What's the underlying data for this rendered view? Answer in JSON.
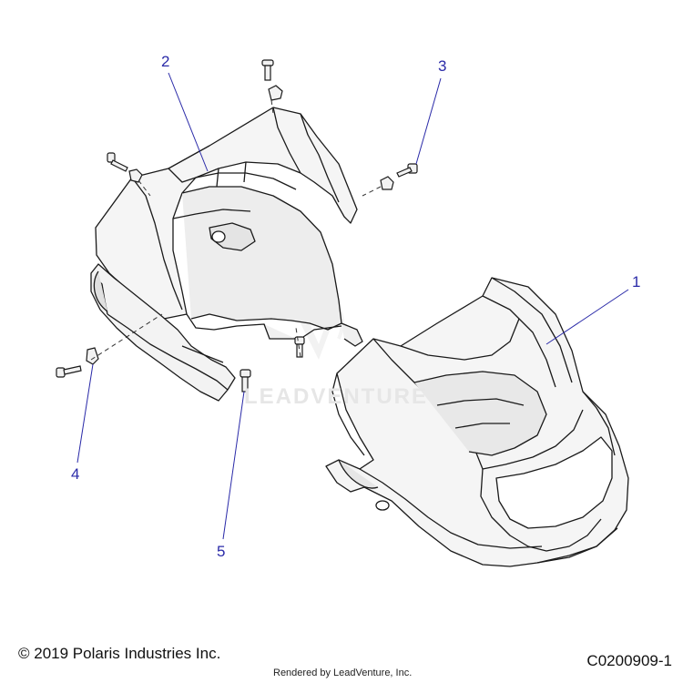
{
  "callouts": {
    "c1": "1",
    "c2": "2",
    "c3": "3",
    "c4": "4",
    "c5": "5"
  },
  "footer": {
    "copyright": "© 2019 Polaris Industries Inc.",
    "rendered_by": "Rendered by LeadVenture, Inc.",
    "figure_code": "C0200909-1"
  },
  "watermark": {
    "text": "LEADVENTURE"
  },
  "colors": {
    "callout": "#2a2aa8",
    "line_art": "#1a1a1a",
    "panel_fill": "#f4f4f4",
    "shade_fill": "#e2e2e2"
  }
}
